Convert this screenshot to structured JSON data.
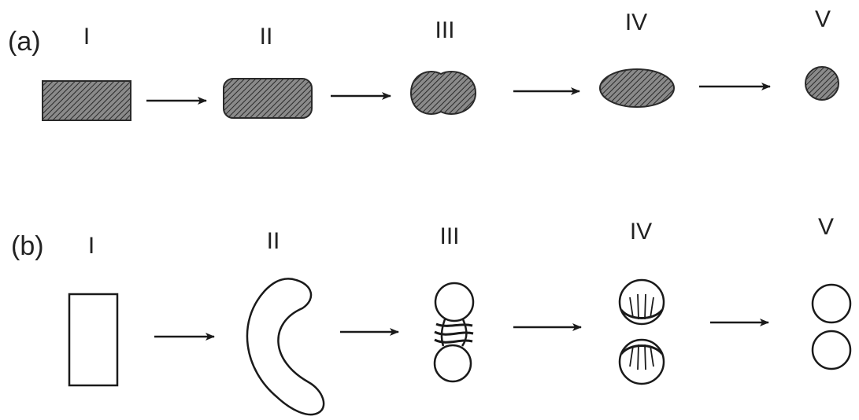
{
  "panels": [
    {
      "label": "(a)",
      "stages": [
        "I",
        "II",
        "III",
        "IV",
        "V"
      ]
    },
    {
      "label": "(b)",
      "stages": [
        "I",
        "II",
        "III",
        "IV",
        "V"
      ]
    }
  ],
  "colors": {
    "ink": "#1a1a1a",
    "hatch": "#3a3a3a",
    "fill": "#8a8a8a",
    "background": "#ffffff"
  }
}
